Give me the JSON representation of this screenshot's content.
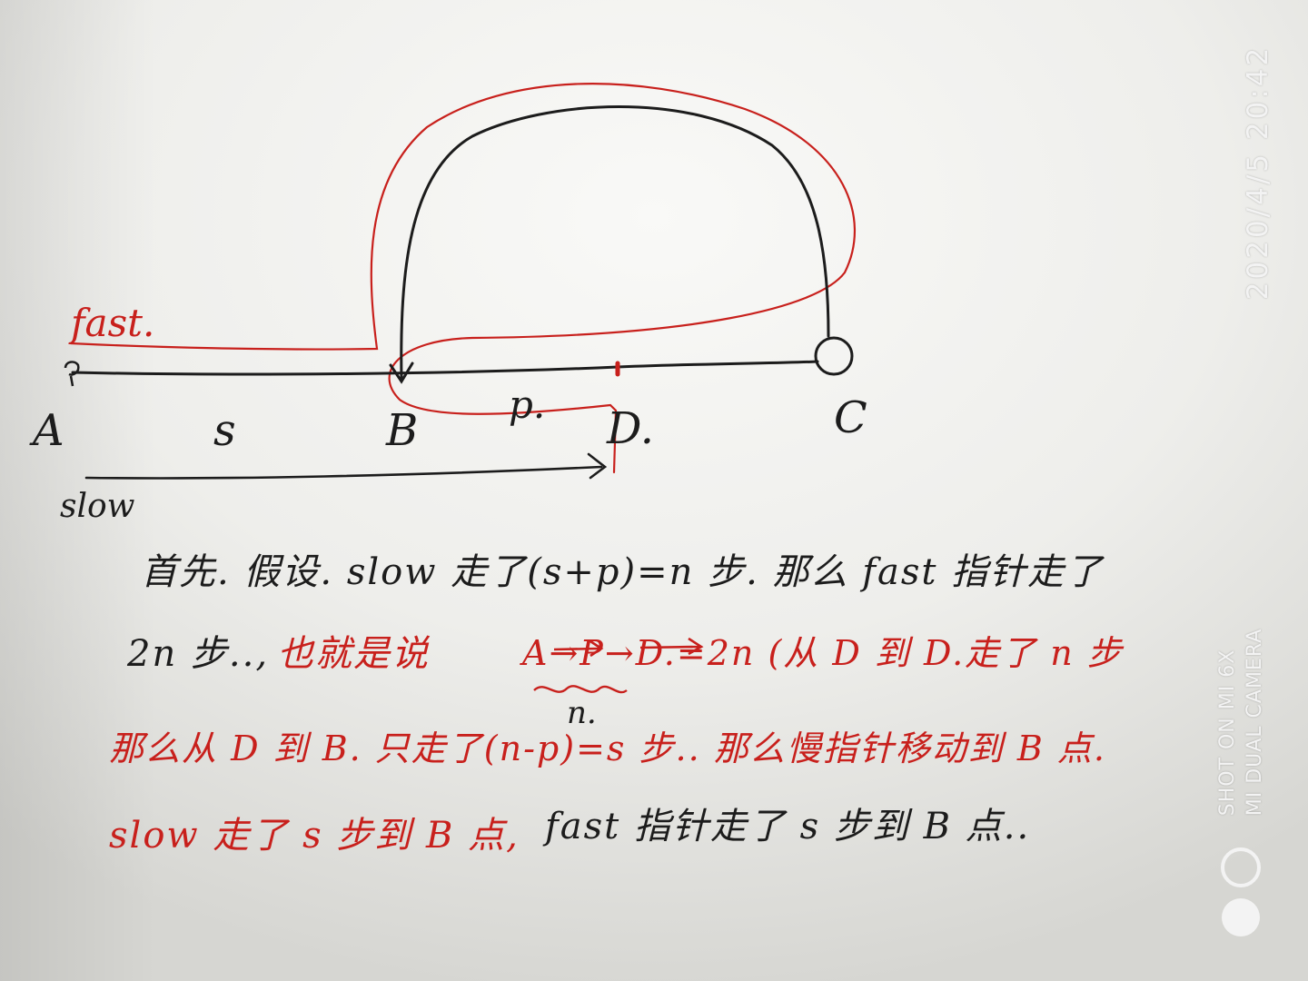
{
  "labels": {
    "fast": "fast.",
    "slow": "slow",
    "A": "A",
    "B": "B",
    "C": "C",
    "D": "D.",
    "s": "s",
    "p": "p.",
    "n": "n."
  },
  "notes": [
    {
      "text": "首先. 假设. slow 走了(s+p)=n 步. 那么 fast 指针走了",
      "color": "black"
    },
    {
      "text": "2n 步..,",
      "color": "black"
    },
    {
      "text": "也就是说",
      "color": "red"
    },
    {
      "text": "A→P→D.=2n (从 D 到 D.走了 n 步",
      "color": "red"
    },
    {
      "text": "那么从 D 到 B. 只走了(n-p)=s 步.. 那么慢指针移动到 B 点.",
      "color": "red"
    },
    {
      "text": "slow 走了 s 步到 B 点,",
      "color": "red"
    },
    {
      "text": "fast 指针走了 s 步到 B 点..",
      "color": "black"
    }
  ],
  "watermark": {
    "datetime": "2020/4/5  20:42",
    "line1": "SHOT ON MI 6X",
    "line2": "MI DUAL CAMERA"
  },
  "colors": {
    "ink_black": "#1c1c1c",
    "ink_red": "#c8201c",
    "paper": "#f2f2ef"
  }
}
